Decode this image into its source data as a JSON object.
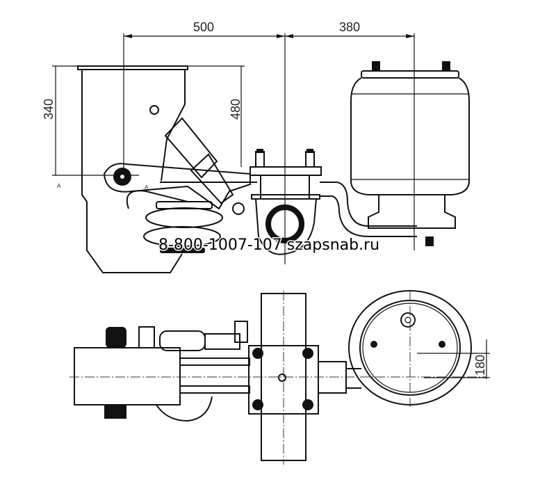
{
  "dimensions": {
    "width_pivot_to_axle": "500",
    "width_axle_to_bag": "380",
    "height_left": "340",
    "height_right": "480",
    "bag_offset": "180"
  },
  "section_marks": [
    "A",
    "A"
  ],
  "watermark": "8-800-1007-107 szapsnab.ru",
  "colors": {
    "line": "#111111",
    "background": "#ffffff"
  }
}
